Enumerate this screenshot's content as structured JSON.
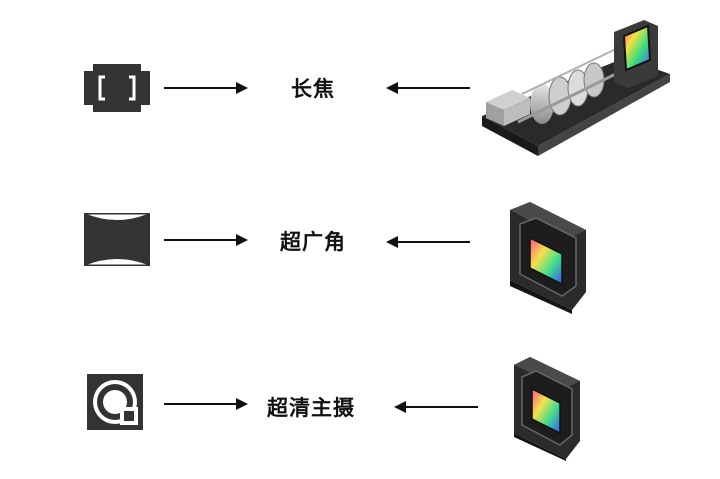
{
  "rows": [
    {
      "label": "长焦",
      "left_icon": "telephoto-bracket-icon",
      "right_image": "periscope-telephoto-module"
    },
    {
      "label": "超广角",
      "left_icon": "ultrawide-curved-icon",
      "right_image": "ultrawide-camera-sensor"
    },
    {
      "label": "超清主摄",
      "left_icon": "main-camera-q-icon",
      "right_image": "main-camera-sensor"
    }
  ],
  "colors": {
    "icon": "#333333",
    "arrow": "#111111",
    "text": "#111111"
  }
}
